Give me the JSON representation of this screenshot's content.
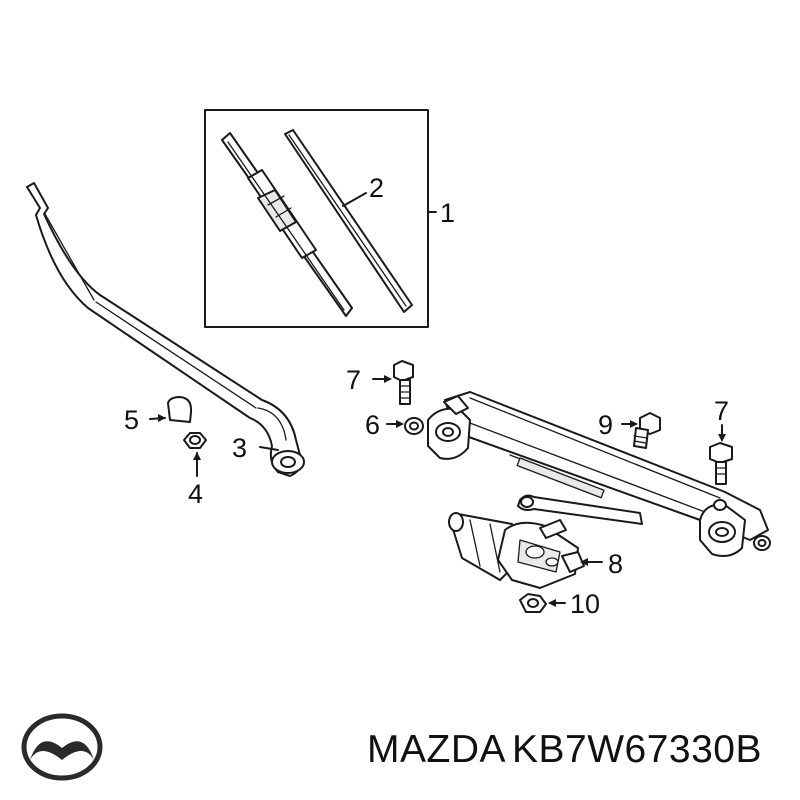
{
  "brand": "MAZDA",
  "part_number": "KB7W67330B",
  "callouts": [
    {
      "id": "1",
      "label": "1"
    },
    {
      "id": "2",
      "label": "2"
    },
    {
      "id": "3",
      "label": "3"
    },
    {
      "id": "4",
      "label": "4"
    },
    {
      "id": "5",
      "label": "5"
    },
    {
      "id": "6",
      "label": "6"
    },
    {
      "id": "7a",
      "label": "7"
    },
    {
      "id": "7b",
      "label": "7"
    },
    {
      "id": "8",
      "label": "8"
    },
    {
      "id": "9",
      "label": "9"
    },
    {
      "id": "10",
      "label": "10"
    }
  ]
}
